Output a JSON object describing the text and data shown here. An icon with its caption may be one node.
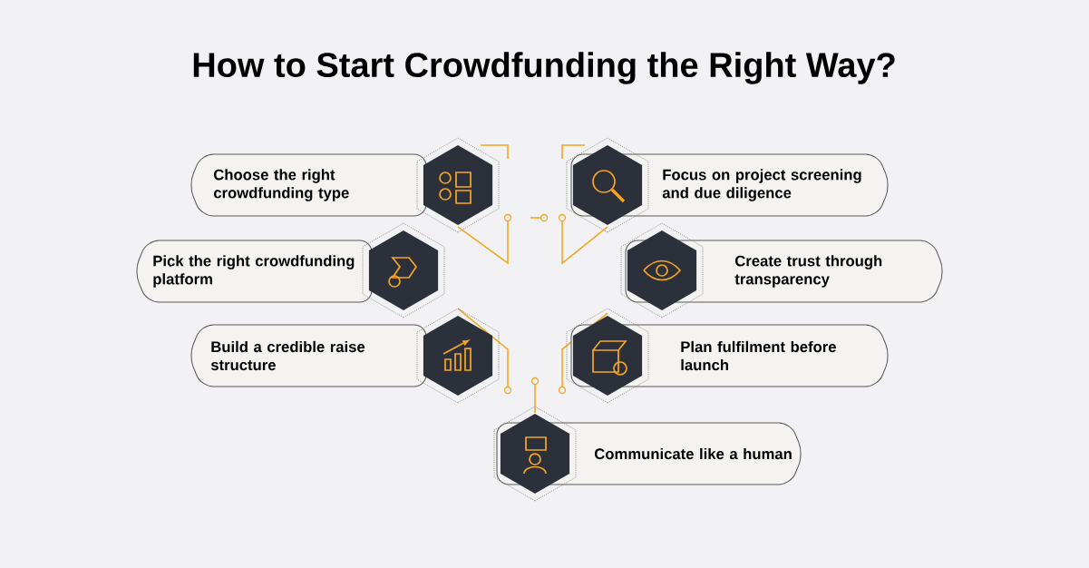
{
  "diagram": {
    "title": "How to Start Crowdfunding the Right Way?",
    "nodes": [
      {
        "text": [
          "Choose the right crowdfunding type"
        ]
      },
      {
        "text": [
          "Pick the right crowdfunding platform"
        ]
      },
      {
        "text": [
          "Build a credible raise structure"
        ]
      },
      {
        "text": [
          "Focus on project screening and due diligence"
        ]
      },
      {
        "text": [
          "Create trust through transparency"
        ]
      },
      {
        "text": [
          "Plan fulfilment before launch"
        ]
      },
      {
        "text": [
          "Communicate like a human"
        ]
      }
    ]
  }
}
